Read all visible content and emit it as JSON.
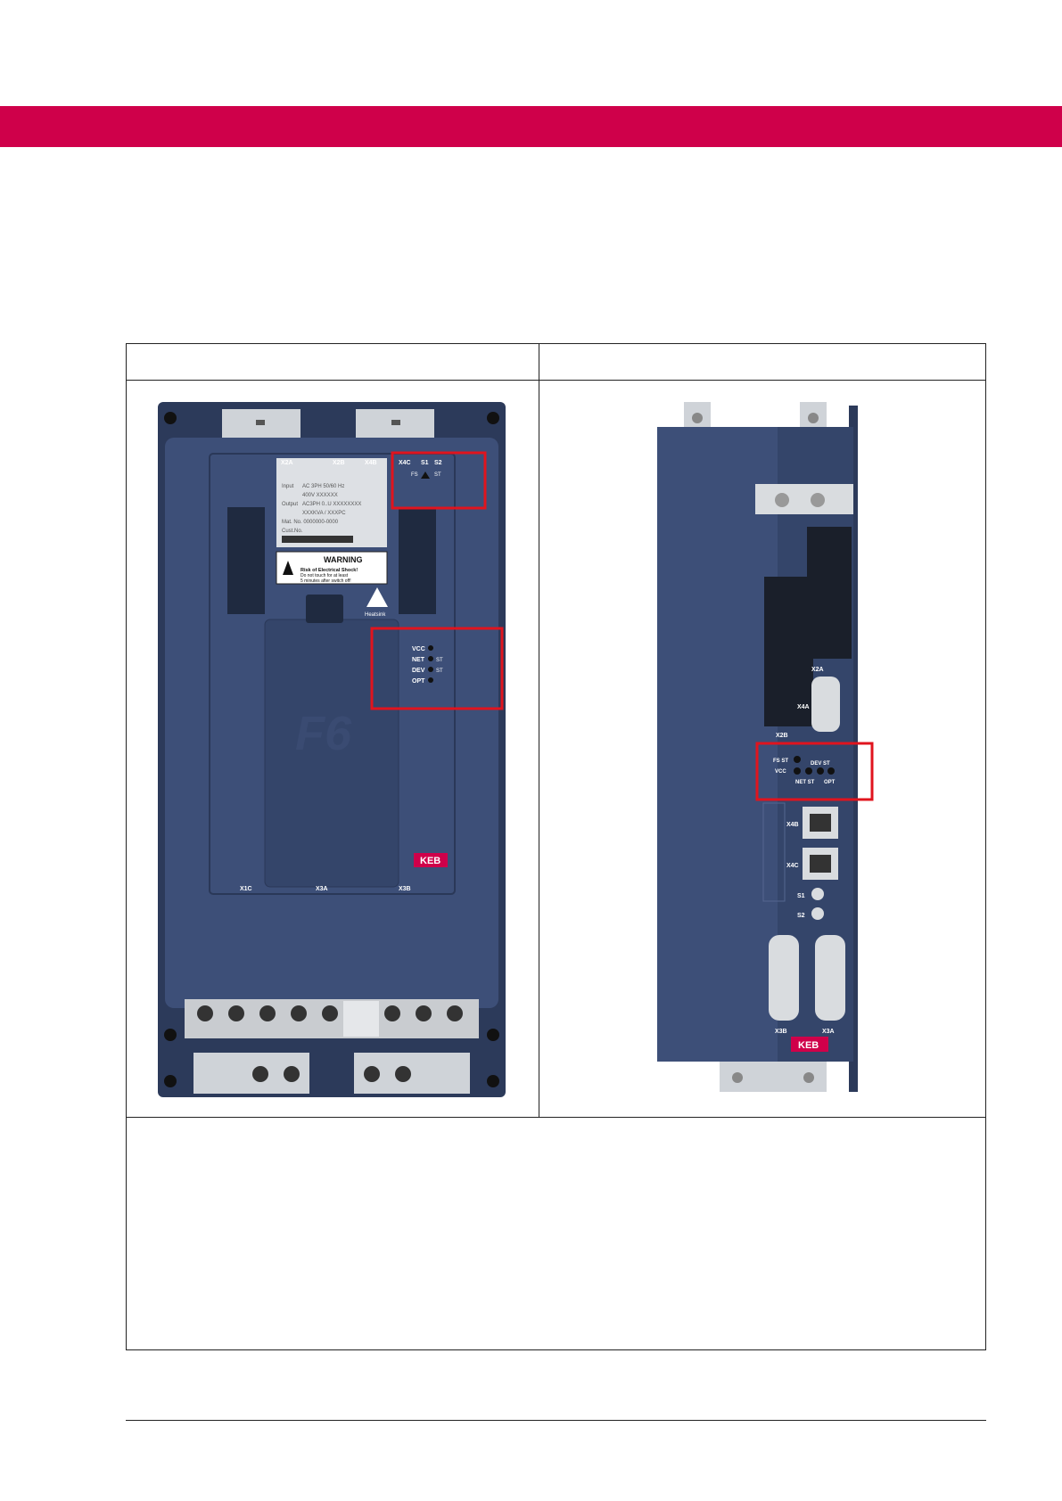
{
  "colors": {
    "brand": "#cf004a",
    "device_body": "#3d4f78",
    "highlight": "#e0141e"
  },
  "left_device": {
    "label_texts": [
      "Input",
      "AC 3PH 50/60 Hz",
      "400V XXXXXX",
      "Output",
      "AC3PH 0..U XXXXXXXX",
      "XXXKVA / XXXPC",
      "Mat. No. 0000000-0000",
      "Cust.No."
    ],
    "warning": {
      "title": "WARNING",
      "line1": "Risk of Electrical Shock!",
      "line2": "Do not touch for at least",
      "line3": "5 minutes after switch off!"
    },
    "heatsink_label": "Heatsink",
    "connectors_top": [
      "X2A",
      "X2B",
      "X4B",
      "X4C",
      "S1",
      "S2"
    ],
    "status_top": [
      "FS",
      "ST"
    ],
    "leds": [
      "VCC",
      "NET",
      "DEV",
      "OPT"
    ],
    "led_st": [
      "ST",
      "ST"
    ],
    "connectors_bottom": [
      "X1C",
      "X3A",
      "X3B"
    ],
    "brand": "KEB"
  },
  "right_device": {
    "connectors": [
      "X2A",
      "X2B",
      "X4A",
      "X4B",
      "X4C",
      "S1",
      "S2",
      "X3B",
      "X3A"
    ],
    "leds": [
      "FS ST",
      "VCC",
      "DEV ST",
      "NET ST",
      "OPT"
    ],
    "brand": "KEB"
  }
}
